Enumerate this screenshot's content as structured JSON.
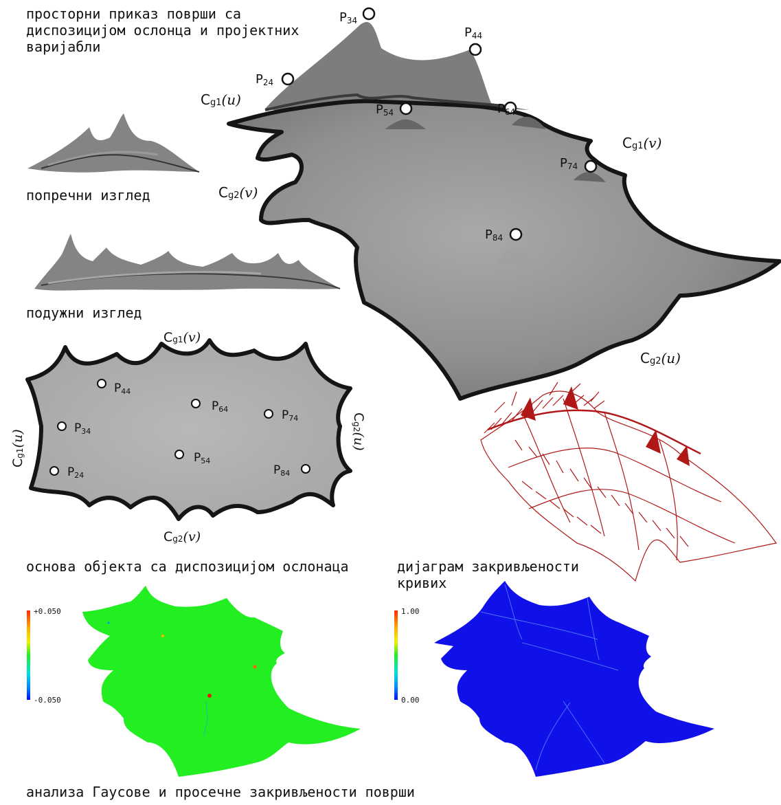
{
  "captions": {
    "spatial": "просторни приказ површи са\nдиспозицијом ослонца и пројектних\nваријабли",
    "cross": "попречни изглед",
    "longitudinal": "подужни изглед",
    "plan": "основа објекта са диспозицијом ослонаца",
    "curvature": "дијаграм закривљености\nкривих",
    "analysis": "анализа Гаусове и просечне закривљености површи"
  },
  "points": {
    "p34": {
      "base": "P",
      "sub": "34"
    },
    "p44": {
      "base": "P",
      "sub": "44"
    },
    "p24": {
      "base": "P",
      "sub": "24"
    },
    "p54": {
      "base": "P",
      "sub": "54"
    },
    "p64": {
      "base": "P",
      "sub": "64"
    },
    "p74": {
      "base": "P",
      "sub": "74"
    },
    "p84": {
      "base": "P",
      "sub": "84"
    }
  },
  "curves": {
    "cg1u": {
      "base": "C",
      "sub": "g1",
      "arg": "(u)"
    },
    "cg1v": {
      "base": "C",
      "sub": "g1",
      "arg": "(v)"
    },
    "cg2v": {
      "base": "C",
      "sub": "g2",
      "arg": "(v)"
    },
    "cg2u": {
      "base": "C",
      "sub": "g2",
      "arg": "(u)"
    }
  },
  "legend_gauss": {
    "max": "+0.050",
    "min": "-0.050"
  },
  "legend_mean": {
    "max": "1.00",
    "min": "0.00"
  },
  "colors": {
    "surface": "#8a8a8a",
    "outline": "#1a1a1a",
    "gauss_fill": "#22ee22",
    "mean_fill": "#1010e8",
    "curvature_red": "#b01818"
  }
}
